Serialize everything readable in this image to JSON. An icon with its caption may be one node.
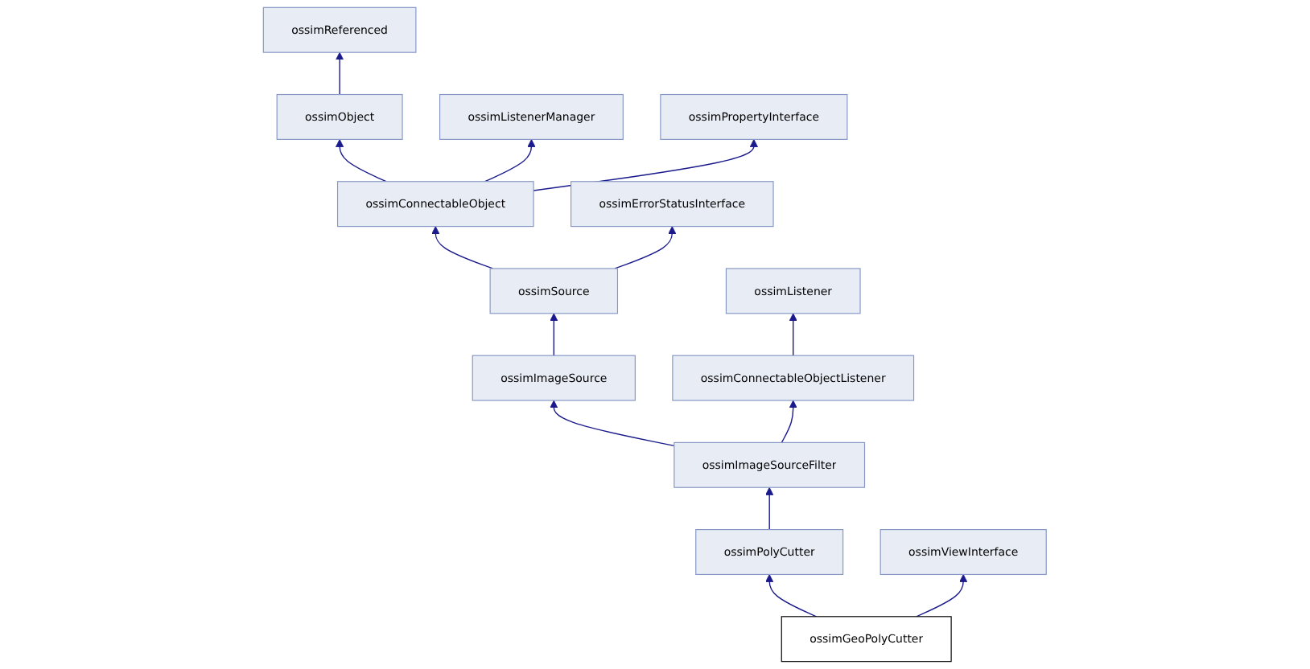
{
  "diagram": {
    "nodes": [
      {
        "text": [
          "ossimReferenced"
        ]
      },
      {
        "text": [
          "ossimObject"
        ]
      },
      {
        "text": [
          "ossimListenerManager"
        ]
      },
      {
        "text": [
          "ossimPropertyInterface"
        ]
      },
      {
        "text": [
          "ossimConnectableObject"
        ]
      },
      {
        "text": [
          "ossimErrorStatusInterface"
        ]
      },
      {
        "text": [
          "ossimSource"
        ]
      },
      {
        "text": [
          "ossimListener"
        ]
      },
      {
        "text": [
          "ossimImageSource"
        ]
      },
      {
        "text": [
          "ossimConnectableObjectListener"
        ]
      },
      {
        "text": [
          "ossimImageSourceFilter"
        ]
      },
      {
        "text": [
          "ossimPolyCutter"
        ]
      },
      {
        "text": [
          "ossimViewInterface"
        ]
      },
      {
        "text": [
          "ossimGeoPolyCutter"
        ]
      }
    ],
    "edges": [
      {
        "from": 1,
        "to": 0,
        "arrow": "to"
      },
      {
        "from": 4,
        "to": 1,
        "arrow": "to"
      },
      {
        "from": 4,
        "to": 2,
        "arrow": "to"
      },
      {
        "from": 4,
        "to": 3,
        "arrow": "to"
      },
      {
        "from": 6,
        "to": 4,
        "arrow": "to"
      },
      {
        "from": 6,
        "to": 5,
        "arrow": "to"
      },
      {
        "from": 8,
        "to": 6,
        "arrow": "to"
      },
      {
        "from": 9,
        "to": 7,
        "arrow": "to"
      },
      {
        "from": 10,
        "to": 8,
        "arrow": "to"
      },
      {
        "from": 10,
        "to": 9,
        "arrow": "to"
      },
      {
        "from": 11,
        "to": 10,
        "arrow": "to"
      },
      {
        "from": 13,
        "to": 11,
        "arrow": "to"
      },
      {
        "from": 13,
        "to": 12,
        "arrow": "to"
      }
    ]
  }
}
